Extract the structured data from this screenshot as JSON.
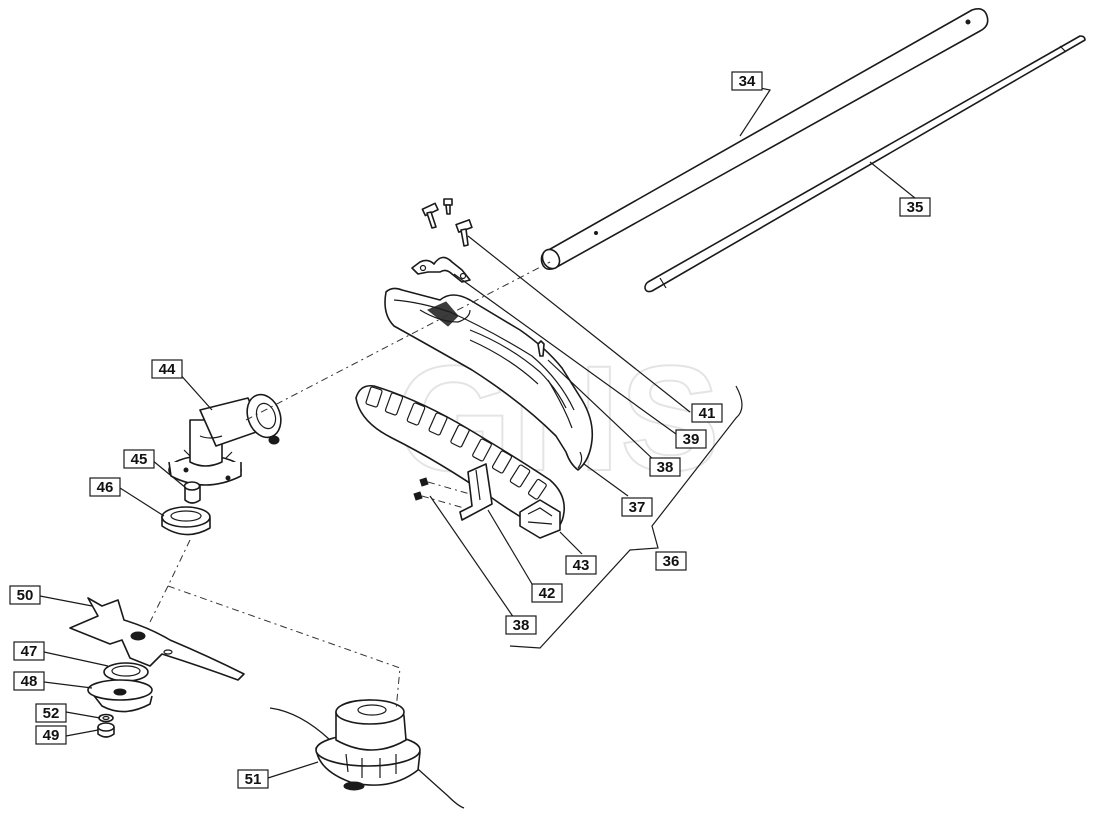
{
  "diagram": {
    "watermark": "GHS",
    "labels": [
      {
        "id": "34",
        "text": "34"
      },
      {
        "id": "35",
        "text": "35"
      },
      {
        "id": "36",
        "text": "36"
      },
      {
        "id": "37",
        "text": "37"
      },
      {
        "id": "38a",
        "text": "38"
      },
      {
        "id": "38b",
        "text": "38"
      },
      {
        "id": "39",
        "text": "39"
      },
      {
        "id": "41",
        "text": "41"
      },
      {
        "id": "42",
        "text": "42"
      },
      {
        "id": "43",
        "text": "43"
      },
      {
        "id": "44",
        "text": "44"
      },
      {
        "id": "45",
        "text": "45"
      },
      {
        "id": "46",
        "text": "46"
      },
      {
        "id": "47",
        "text": "47"
      },
      {
        "id": "48",
        "text": "48"
      },
      {
        "id": "49",
        "text": "49"
      },
      {
        "id": "50",
        "text": "50"
      },
      {
        "id": "51",
        "text": "51"
      },
      {
        "id": "52",
        "text": "52"
      }
    ]
  }
}
